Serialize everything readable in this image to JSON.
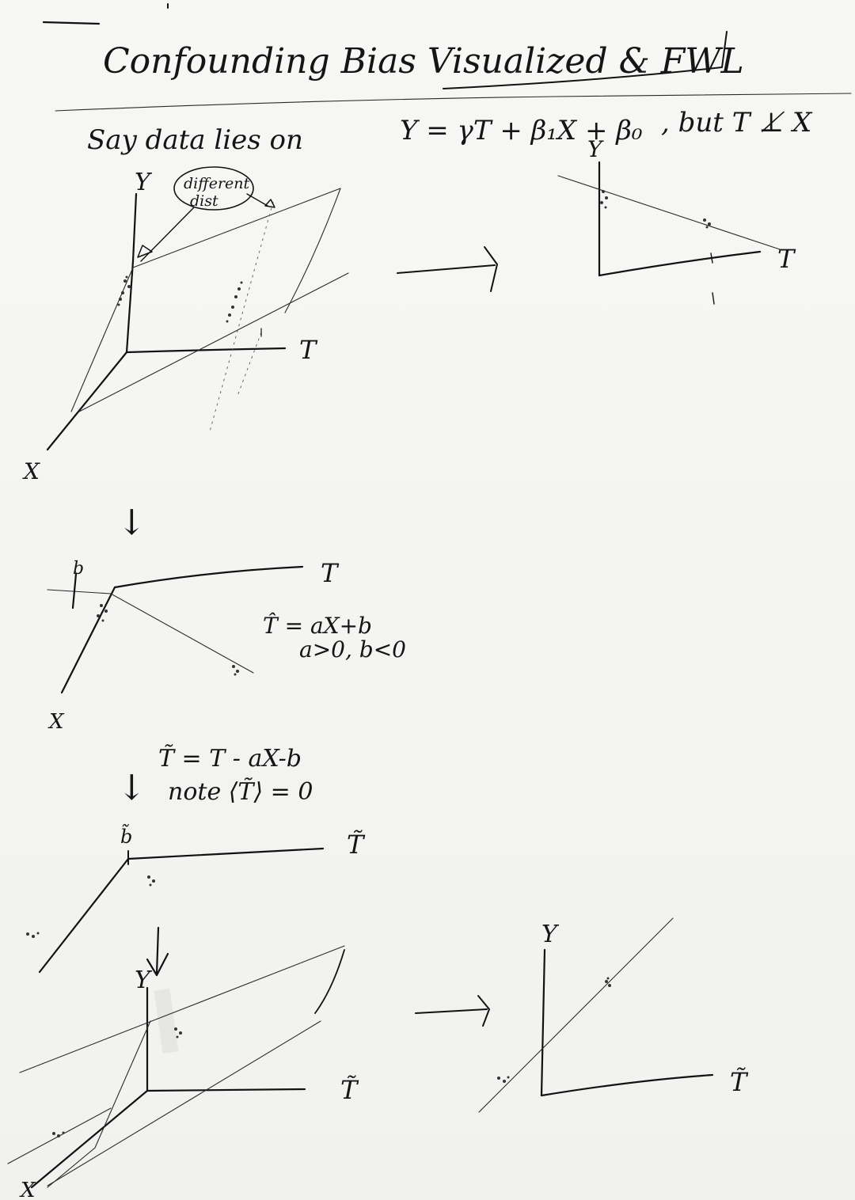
{
  "header": {
    "title": "Confounding Bias Visualized & FWL"
  },
  "intro": {
    "part1": "Say data lies on",
    "equation": "Y = γT + β₁X + β₀",
    "part2": ", but T ⊥̸ X"
  },
  "fig1": {
    "axis_y": "Y",
    "axis_t": "T",
    "axis_x": "X",
    "callout": [
      "different",
      "dist"
    ]
  },
  "fig2": {
    "axis_y": "Y",
    "axis_t": "T"
  },
  "fig3": {
    "axis_t": "T",
    "axis_x": "X",
    "b_label": "b",
    "eq_1": "T̂ = aX+b",
    "eq_2": "a>0, b<0"
  },
  "step4": {
    "eq_1": "T̃ = T - aX-b",
    "eq_2": "note ⟨T̃⟩ = 0"
  },
  "fig4": {
    "b_label": "b̃",
    "axis_t": "T̃"
  },
  "fig5": {
    "axis_y": "Y",
    "axis_t": "T̃",
    "axis_x": "X"
  },
  "fig6": {
    "axis_y": "Y",
    "axis_t": "T̃"
  },
  "arrows": {
    "right": "→",
    "down": "↓"
  }
}
